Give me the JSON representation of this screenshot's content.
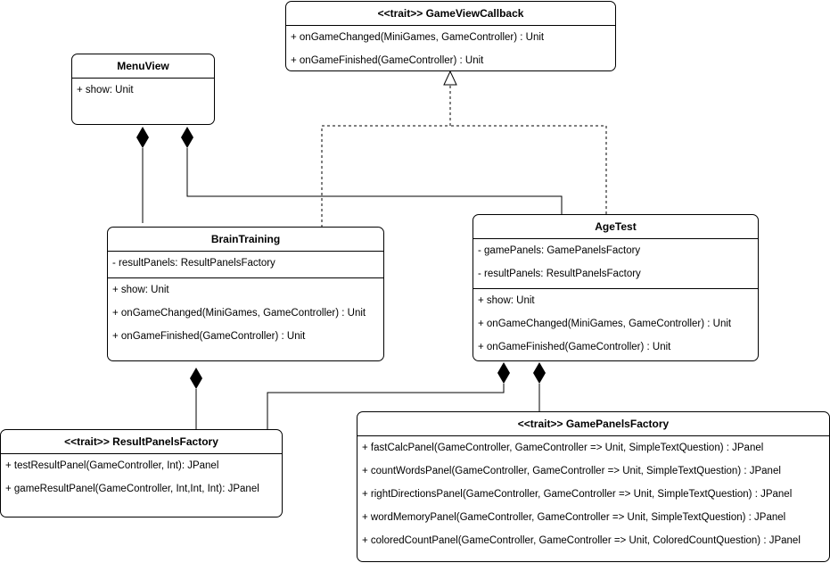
{
  "classes": {
    "game_view_callback": {
      "name": "<<trait>> GameViewCallback",
      "attributes": [],
      "methods": [
        "+ onGameChanged(MiniGames, GameController) : Unit",
        "+ onGameFinished(GameController) : Unit"
      ]
    },
    "menu_view": {
      "name": "MenuView",
      "attributes": [],
      "methods": [
        "+ show: Unit"
      ]
    },
    "brain_training": {
      "name": "BrainTraining",
      "attributes": [
        "- resultPanels: ResultPanelsFactory"
      ],
      "methods": [
        "+ show: Unit",
        "+ onGameChanged(MiniGames, GameController) : Unit",
        "+ onGameFinished(GameController) : Unit"
      ]
    },
    "age_test": {
      "name": "AgeTest",
      "attributes": [
        "- gamePanels: GamePanelsFactory",
        "- resultPanels: ResultPanelsFactory"
      ],
      "methods": [
        "+ show: Unit",
        "+ onGameChanged(MiniGames, GameController) : Unit",
        "+ onGameFinished(GameController) : Unit"
      ]
    },
    "result_panels_factory": {
      "name": "<<trait>> ResultPanelsFactory",
      "attributes": [],
      "methods": [
        "+ testResultPanel(GameController, Int): JPanel",
        "+ gameResultPanel(GameController, Int,Int, Int): JPanel"
      ]
    },
    "game_panels_factory": {
      "name": "<<trait>> GamePanelsFactory",
      "attributes": [],
      "methods": [
        "+ fastCalcPanel(GameController, GameController => Unit, SimpleTextQuestion) : JPanel",
        "+ countWordsPanel(GameController, GameController => Unit, SimpleTextQuestion) : JPanel",
        "+ rightDirectionsPanel(GameController, GameController => Unit, SimpleTextQuestion) : JPanel",
        "+ wordMemoryPanel(GameController, GameController => Unit, SimpleTextQuestion) : JPanel",
        "+ coloredCountPanel(GameController, GameController => Unit, ColoredCountQuestion) : JPanel"
      ]
    }
  },
  "relations": [
    {
      "type": "realization",
      "from": "brain_training",
      "to": "game_view_callback"
    },
    {
      "type": "realization",
      "from": "age_test",
      "to": "game_view_callback"
    },
    {
      "type": "composition",
      "whole": "menu_view",
      "part": "brain_training"
    },
    {
      "type": "composition",
      "whole": "menu_view",
      "part": "age_test"
    },
    {
      "type": "composition",
      "whole": "brain_training",
      "part": "result_panels_factory"
    },
    {
      "type": "composition",
      "whole": "age_test",
      "part": "result_panels_factory"
    },
    {
      "type": "composition",
      "whole": "age_test",
      "part": "game_panels_factory"
    }
  ],
  "colors": {
    "line": "#000000",
    "box_fill": "#ffffff",
    "background": "#ffffff"
  }
}
